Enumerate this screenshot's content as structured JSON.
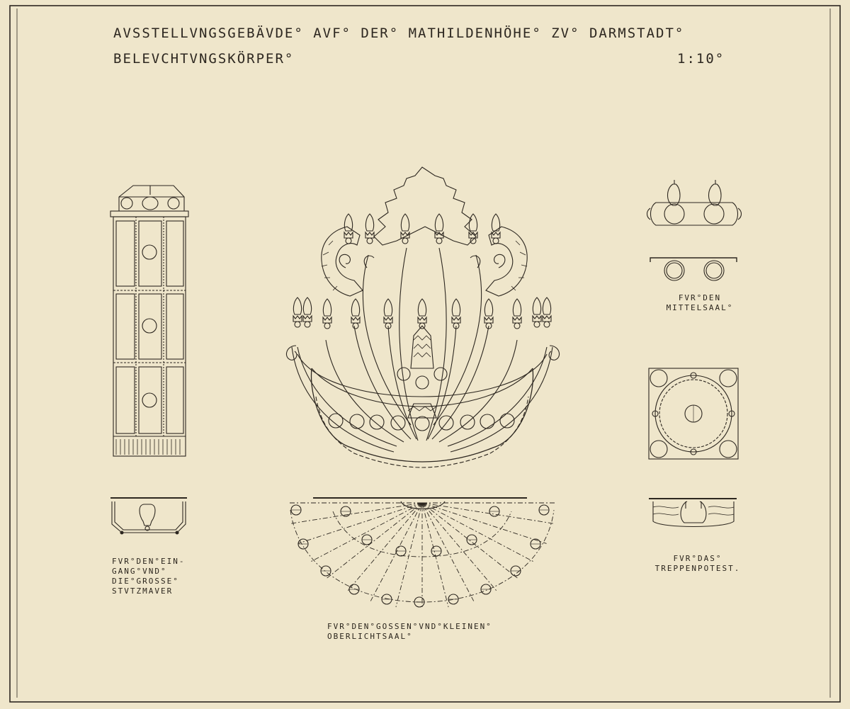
{
  "sheet": {
    "title": "AVSSTELLVNGSGEBÄVDE° AVF° DER° MATHILDENHÖHE° ZV° DARMSTADT°",
    "subtitle": "BELEVCHTVNGSKÖRPER°",
    "scale": "1:10°"
  },
  "labels": {
    "entrance": "FVR°DEN°EIN-\nGANG°VND°\nDIE°GROSSE°\nSTVTZMAVER",
    "skylight_hall": "FVR°DEN°GOSSEN°VND°KLEINEN°\nOBERLICHTSAAL°",
    "middle_hall": "FVR°DEN\nMITTELSAAL°",
    "stair_landing": "FVR°DAS°\nTREPPENPOTEST."
  },
  "colors": {
    "paper": "#efe6cb",
    "ink": "#2d2720"
  }
}
